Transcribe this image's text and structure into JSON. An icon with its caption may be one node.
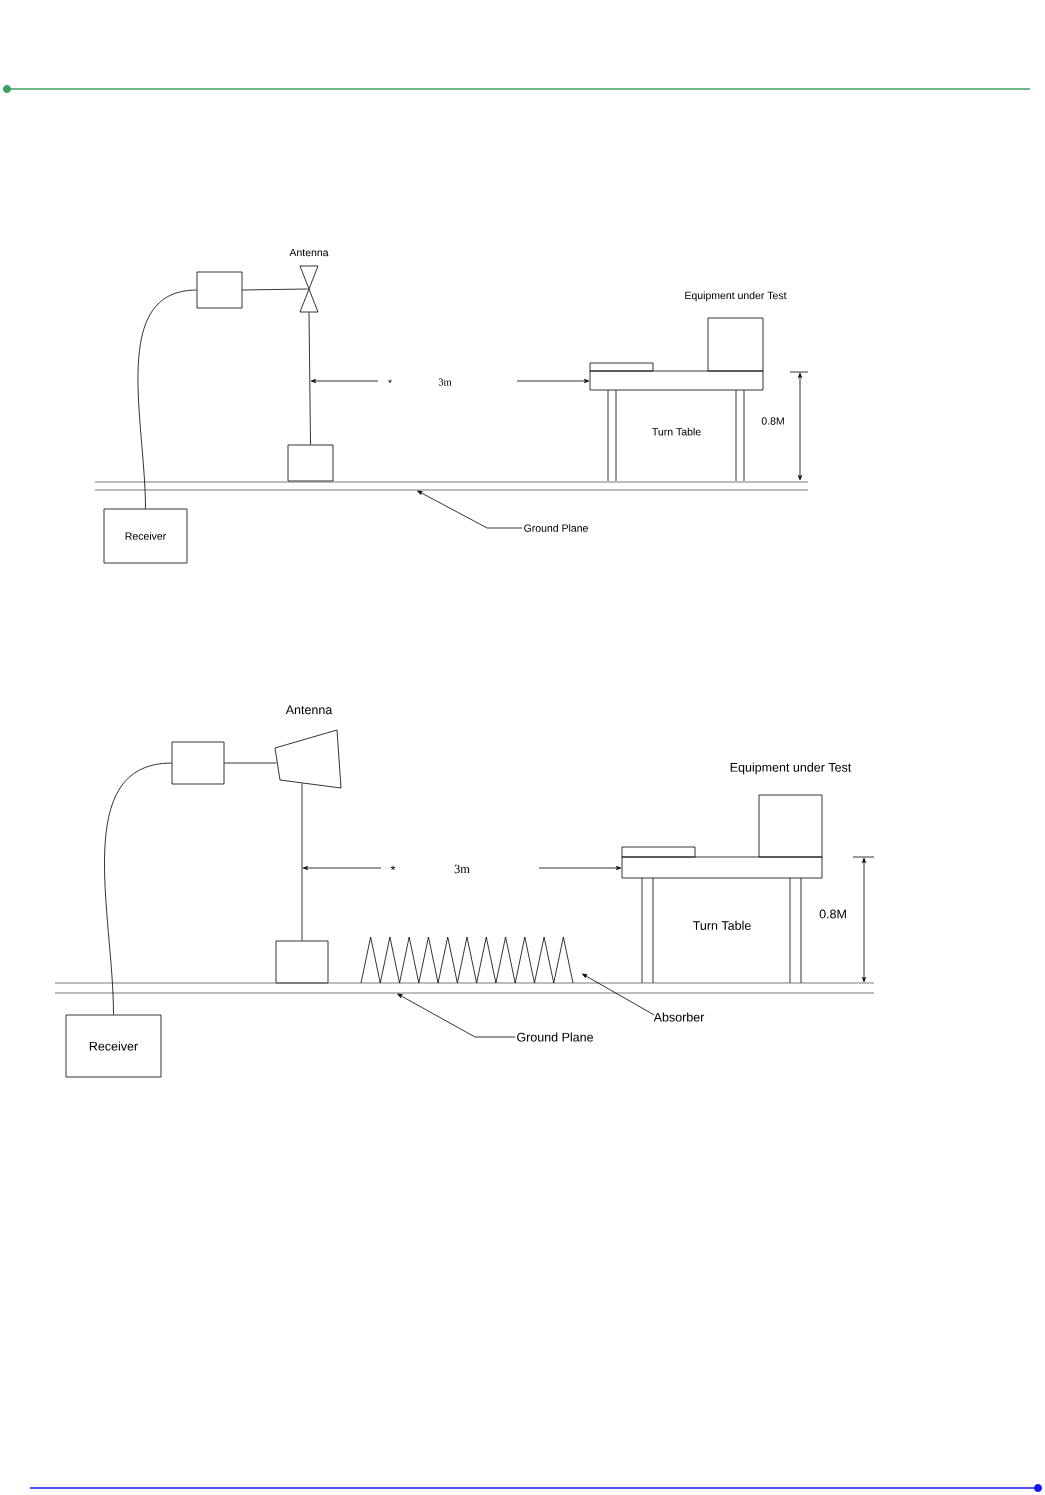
{
  "diagram": {
    "nodes": [
      {
        "text": [
          "Receiver"
        ]
      },
      {
        "text": [],
        "shape": "box"
      },
      {
        "text": [
          "Antenna"
        ]
      },
      {
        "text": [],
        "shape": "box"
      },
      {
        "text": [
          "Equipment under Test"
        ]
      },
      {
        "text": [
          "Turn Table"
        ]
      },
      {
        "text": [
          "Ground Plane"
        ]
      },
      {
        "text": [],
        "shape": "bar"
      },
      {
        "text": [
          "Receiver"
        ]
      },
      {
        "text": [],
        "shape": "box"
      },
      {
        "text": [
          "Antenna"
        ]
      },
      {
        "text": [],
        "shape": "box"
      },
      {
        "text": [
          "Equipment under Test"
        ]
      },
      {
        "text": [
          "Turn Table"
        ]
      },
      {
        "text": [
          "Ground Plane"
        ]
      },
      {
        "text": [],
        "shape": "bar"
      },
      {
        "text": [],
        "shape": "cones"
      },
      {
        "text": [
          "Absorber"
        ]
      }
    ],
    "edges": [
      {
        "from": 0,
        "to": 1,
        "arrow": "none"
      },
      {
        "from": 1,
        "to": 2,
        "arrow": "none"
      },
      {
        "from": 2,
        "to": 3,
        "arrow": "none"
      },
      {
        "from": 6,
        "to": 7,
        "arrow": "to"
      },
      {
        "from": 8,
        "to": 9,
        "arrow": "none"
      },
      {
        "from": 9,
        "to": 10,
        "arrow": "none"
      },
      {
        "from": 10,
        "to": 11,
        "arrow": "none"
      },
      {
        "from": 14,
        "to": 15,
        "arrow": "to"
      },
      {
        "from": 17,
        "to": 16,
        "arrow": "to"
      }
    ],
    "labels": [
      "*",
      "3m",
      "0.8M",
      "*",
      "3m",
      "0.8M"
    ]
  }
}
